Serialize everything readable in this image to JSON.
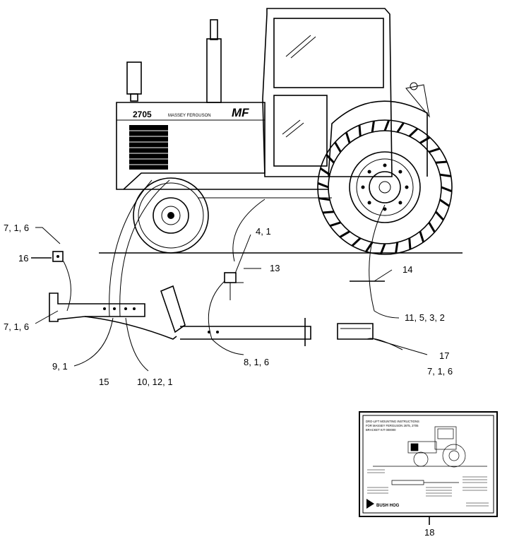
{
  "tractor": {
    "model_number": "2705",
    "brand_text": "MASSEY FERGUSON",
    "logo_text": "MF"
  },
  "callouts": {
    "c_716_top": "7, 1, 6",
    "c_16": "16",
    "c_716_left": "7, 1, 6",
    "c_91": "9, 1",
    "c_15": "15",
    "c_10121": "10, 12, 1",
    "c_41": "4, 1",
    "c_13": "13",
    "c_816": "8, 1, 6",
    "c_14": "14",
    "c_11532": "11, 5, 3, 2",
    "c_17": "17",
    "c_716_right": "7, 1, 6",
    "c_18": "18"
  },
  "instruction_sheet": {
    "title_line1": "DRO-LIFT MOUNTING INSTRUCTIONS",
    "title_line2": "FOR MASSEY FERGUSON 2675, 2705",
    "title_line3": "BRACKET KIT 000000",
    "footer_brand": "BUSH HOG"
  }
}
